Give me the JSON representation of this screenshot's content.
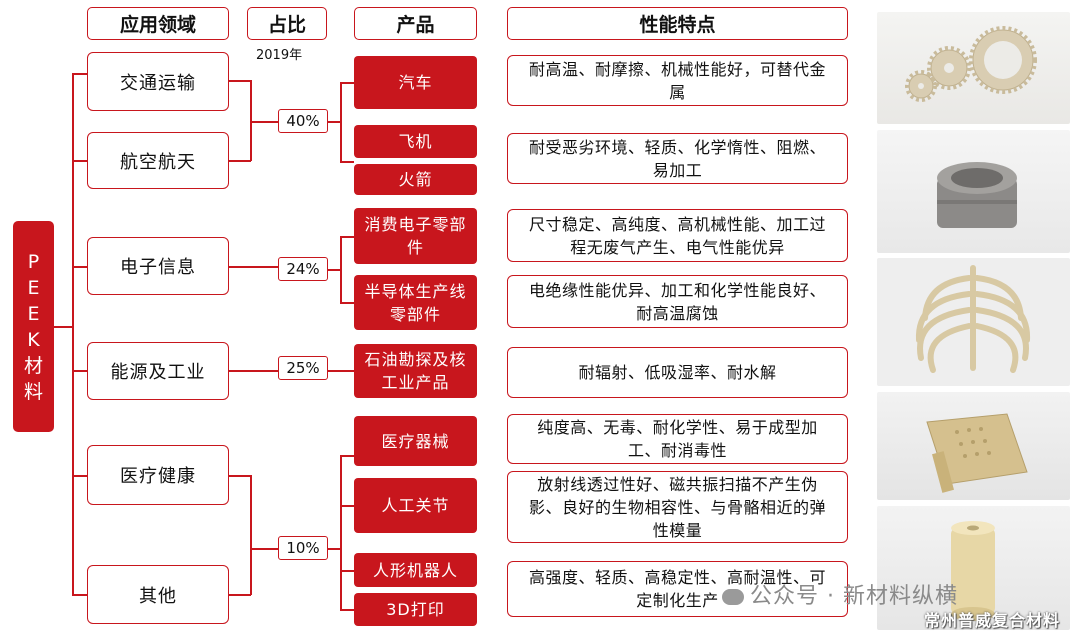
{
  "headers": {
    "application": "应用领域",
    "share": "占比",
    "product": "产品",
    "features": "性能特点"
  },
  "year_label": "2019年",
  "root_label": [
    "P",
    "E",
    "E",
    "K",
    "材",
    "料"
  ],
  "applications": [
    "交通运输",
    "航空航天",
    "电子信息",
    "能源及工业",
    "医疗健康",
    "其他"
  ],
  "shares": [
    "40%",
    "24%",
    "25%",
    "10%"
  ],
  "products": [
    "汽车",
    "飞机",
    "火箭",
    "消费电子零部件",
    "半导体生产线零部件",
    "石油勘探及核工业产品",
    "医疗器械",
    "人工关节",
    "人形机器人",
    "3D打印"
  ],
  "features": [
    "耐高温、耐摩擦、机械性能好，可替代金属",
    "耐受恶劣环境、轻质、化学惰性、阻燃、易加工",
    "尺寸稳定、高纯度、高机械性能、加工过程无废气产生、电气性能优异",
    "电绝缘性能优异、加工和化学性能良好、耐高温腐蚀",
    "耐辐射、低吸湿率、耐水解",
    "纯度高、无毒、耐化学性、易于成型加工、耐消毒性",
    "放射线透过性好、磁共振扫描不产生伪影、良好的生物相容性、与骨骼相近的弹性模量",
    "高强度、轻质、高稳定性、高耐温性、可定制化生产"
  ],
  "images": [
    "gears-icon",
    "bearing-icon",
    "ribcage-icon",
    "medical-part-icon",
    "fiber-spool-icon"
  ],
  "watermark": {
    "account": "公众号 · 新材料纵横",
    "company": "常州普威复合材料"
  },
  "colors": {
    "accent": "#c8161d"
  }
}
